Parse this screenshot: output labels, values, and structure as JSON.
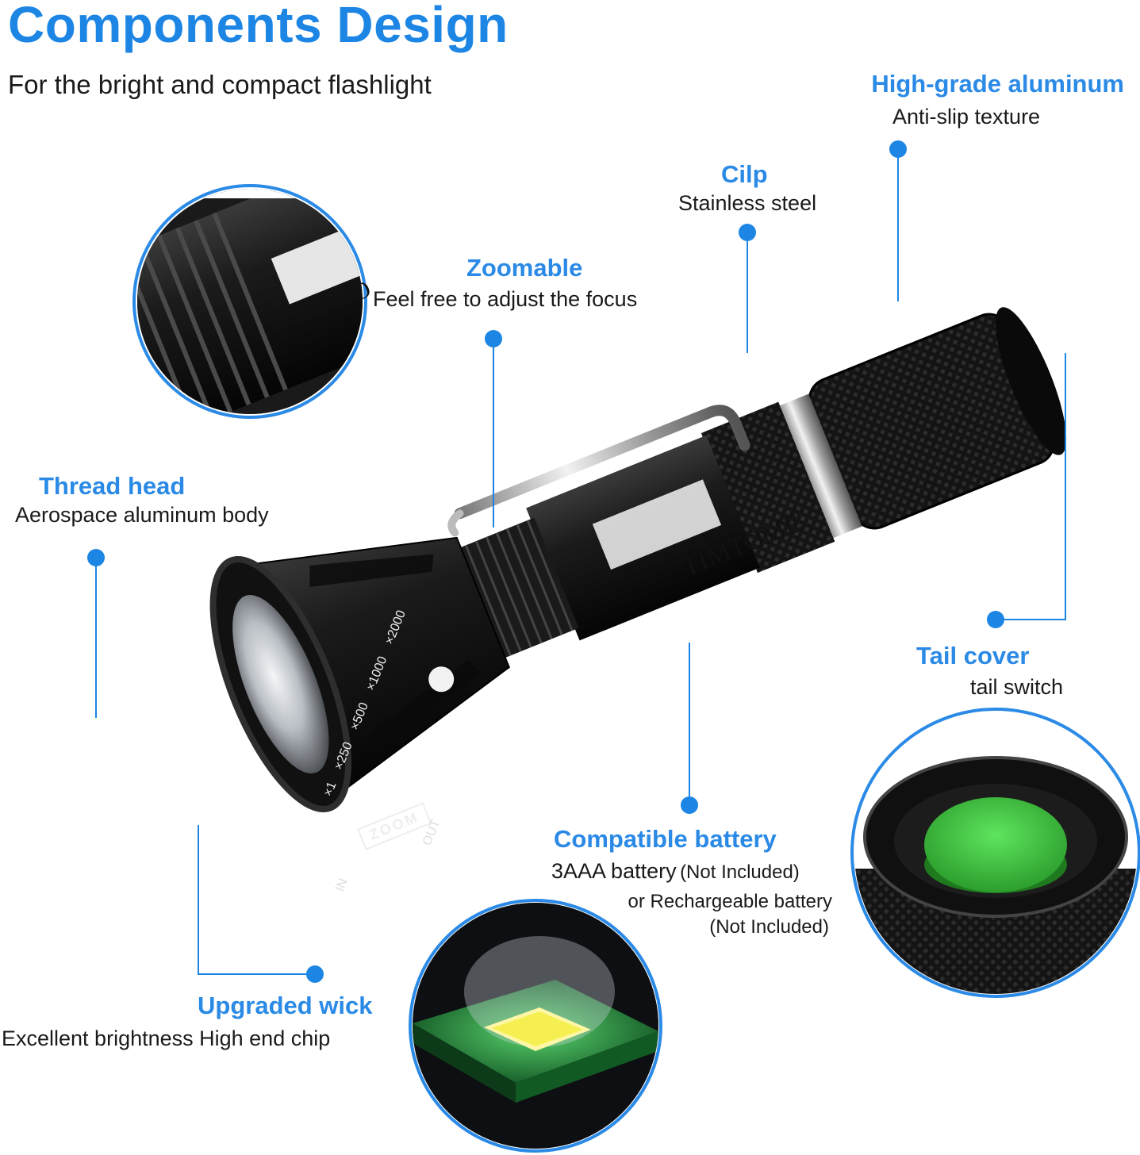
{
  "header": {
    "title": "Components Design",
    "subtitle": "For the bright and compact flashlight"
  },
  "features": {
    "aluminum": {
      "title": "High-grade aluminum",
      "desc": "Anti-slip texture"
    },
    "clip": {
      "title": "Cilp",
      "desc": "Stainless steel"
    },
    "zoom": {
      "title": "Zoomable",
      "desc": "Feel free to adjust the focus"
    },
    "thread": {
      "title": "Thread head",
      "desc": "Aerospace aluminum body"
    },
    "tail": {
      "title": "Tail cover",
      "desc": "tail switch"
    },
    "battery": {
      "title": "Compatible battery",
      "line1_main": "3AAA battery",
      "line1_note": "(Not Included)",
      "line2": "or Rechargeable battery",
      "line3": "(Not Included)"
    },
    "wick": {
      "title": "Upgraded wick",
      "desc": "Excellent brightness High end chip"
    }
  },
  "product": {
    "brand": "TIMTOME",
    "brand_partial": "TIMTO",
    "zoom_label": "ZOOM",
    "zoom_scale": [
      "×1",
      "×250",
      "×500",
      "×1000",
      "×2000"
    ],
    "in_label": "IN",
    "out_label": "OUT"
  },
  "colors": {
    "accent": "#2a8ae6",
    "dot": "#1d86e4",
    "body": "#151515",
    "switch": "#3ccb3c"
  }
}
